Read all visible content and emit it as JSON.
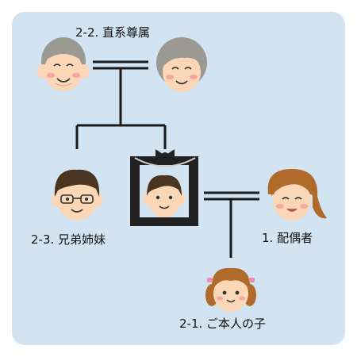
{
  "labels": {
    "grandparents": "2-2. 直系尊属",
    "siblings": "2-3. 兄弟姉妹",
    "spouse": "1. 配偶者",
    "children": "2-1. ご本人の子"
  },
  "colors": {
    "background_panel": "#d2e3f1",
    "line": "#1a1a1a",
    "skin": "#fbd7b8",
    "elder_hair": "#9a9a92",
    "male_hair": "#4a3520",
    "female_hair": "#b06a2c",
    "mourning_frame": "#222222"
  },
  "icons": [
    "grandfather-icon",
    "grandmother-icon",
    "sibling-icon",
    "deceased-portrait-icon",
    "spouse-icon",
    "child-icon"
  ]
}
